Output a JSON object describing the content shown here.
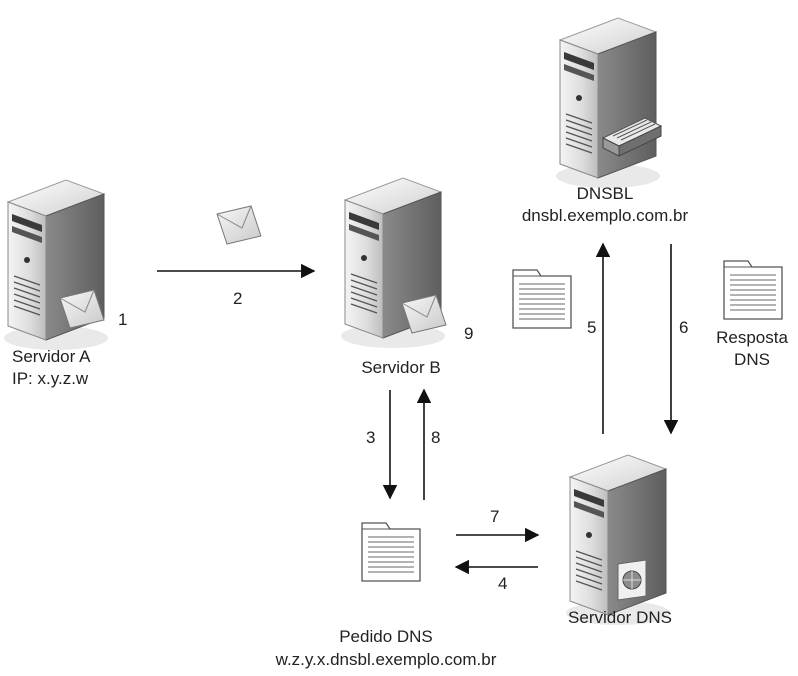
{
  "nodes": {
    "server_a": {
      "name": "Servidor A",
      "ip": "IP: x.y.z.w",
      "step": "1"
    },
    "server_b": {
      "name": "Servidor B",
      "step": "9"
    },
    "dnsbl": {
      "name": "DNSBL",
      "host": "dnsbl.exemplo.com.br"
    },
    "dns_server": {
      "name": "Servidor DNS"
    },
    "dns_request": {
      "title": "Pedido DNS",
      "query": "w.z.y.x.dnsbl.exemplo.com.br"
    },
    "dns_response": {
      "line1": "Resposta",
      "line2": "DNS"
    }
  },
  "steps": {
    "s2": "2",
    "s3": "3",
    "s4": "4",
    "s5": "5",
    "s6": "6",
    "s7": "7",
    "s8": "8"
  }
}
